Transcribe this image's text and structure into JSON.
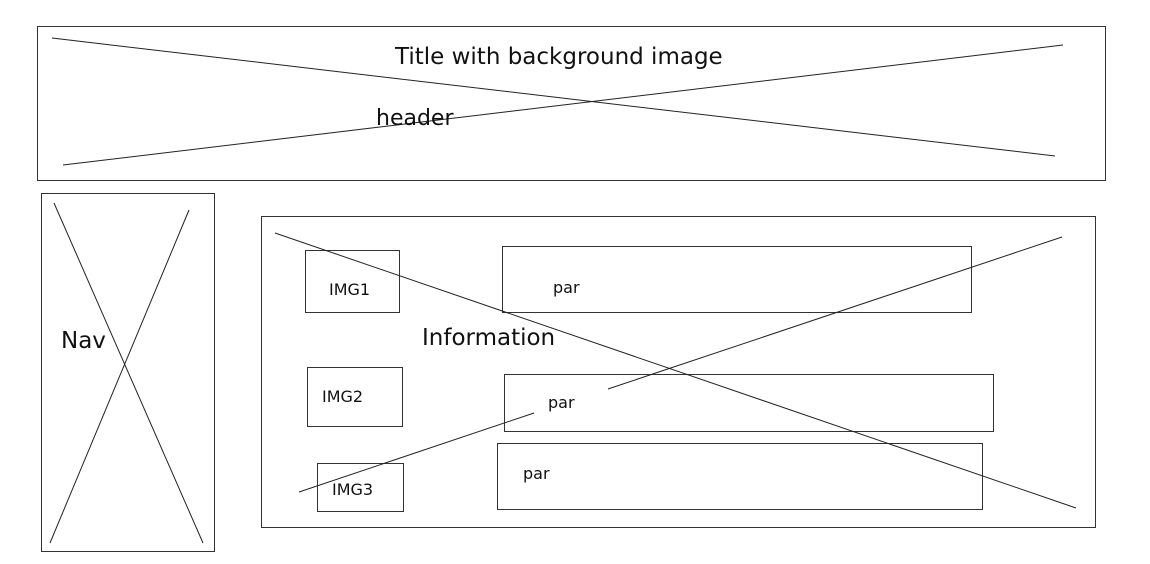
{
  "header": {
    "title": "Title with background image",
    "label": "header"
  },
  "nav": {
    "label": "Nav"
  },
  "content": {
    "label": "Information",
    "rows": [
      {
        "image_label": "IMG1",
        "paragraph_label": "par"
      },
      {
        "image_label": "IMG2",
        "paragraph_label": "par"
      },
      {
        "image_label": "IMG3",
        "paragraph_label": "par"
      }
    ]
  }
}
